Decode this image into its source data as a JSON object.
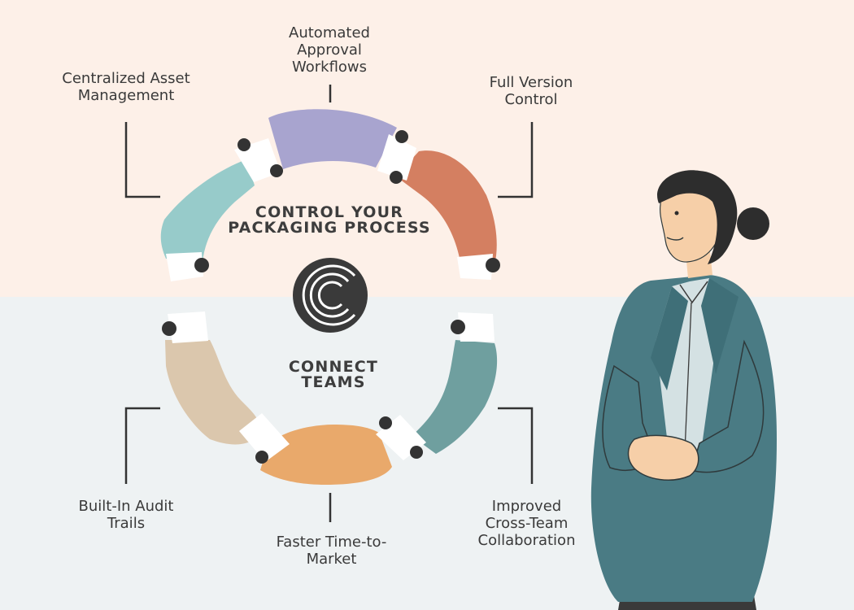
{
  "top_title": "CONTROL YOUR\nPACKAGING PROCESS",
  "bottom_title": "CONNECT\nTEAMS",
  "labels": {
    "automated_approval": "Automated\nApproval\nWorkflows",
    "centralized_asset": "Centralized Asset\nManagement",
    "full_version": "Full Version\nControl",
    "audit_trails": "Built-In Audit\nTrails",
    "time_to_market": "Faster Time-to-\nMarket",
    "cross_team": "Improved\nCross-Team\nCollaboration"
  },
  "colors": {
    "teal_light": "#97cbca",
    "lavender": "#a8a4cf",
    "terracotta": "#d47f61",
    "beige": "#dbc7ad",
    "orange": "#e9a96b",
    "teal_dark": "#6f9f9f",
    "dark": "#333333",
    "jacket": "#4a7b84"
  },
  "logo": "C-logo-icon"
}
